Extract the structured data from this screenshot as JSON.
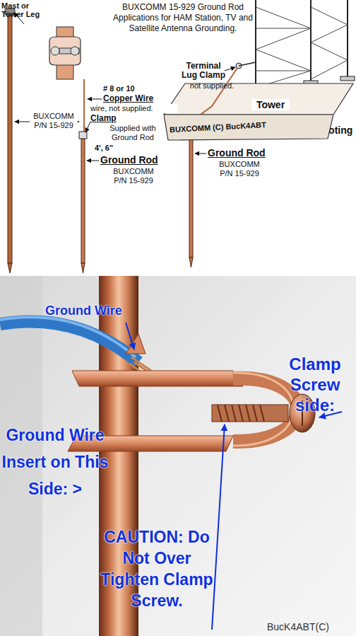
{
  "diagram": {
    "title": "BUXCOMM 15-929 Ground Rod Applications for HAM Station, TV and Satellite Antenna Grounding.",
    "nodes": [
      {
        "text": [
          "BUXCOMM (C) BucK4ABT"
        ]
      }
    ],
    "labels": [
      "Mast or Tower Leg",
      "Terminal Lug Clamp",
      "not supplied.",
      "Tower",
      "# 8 or 10",
      "Copper Wire",
      "wire, not supplied.",
      "Clamp",
      "Supplied with Ground Rod",
      "BUXCOMM P/N 15-929",
      "4', 6\"",
      "Ground Rod",
      "BUXCOMM P/N 15-929",
      "Footing",
      "Ground Rod",
      "BUXCOMM P/N 15-929",
      "Ground Wire",
      "Clamp Screw side:",
      "Ground Wire Insert on This Side: >",
      "CAUTION: Do Not Over Tighten Clamp Screw.",
      "BucK4ABT(C)"
    ]
  }
}
